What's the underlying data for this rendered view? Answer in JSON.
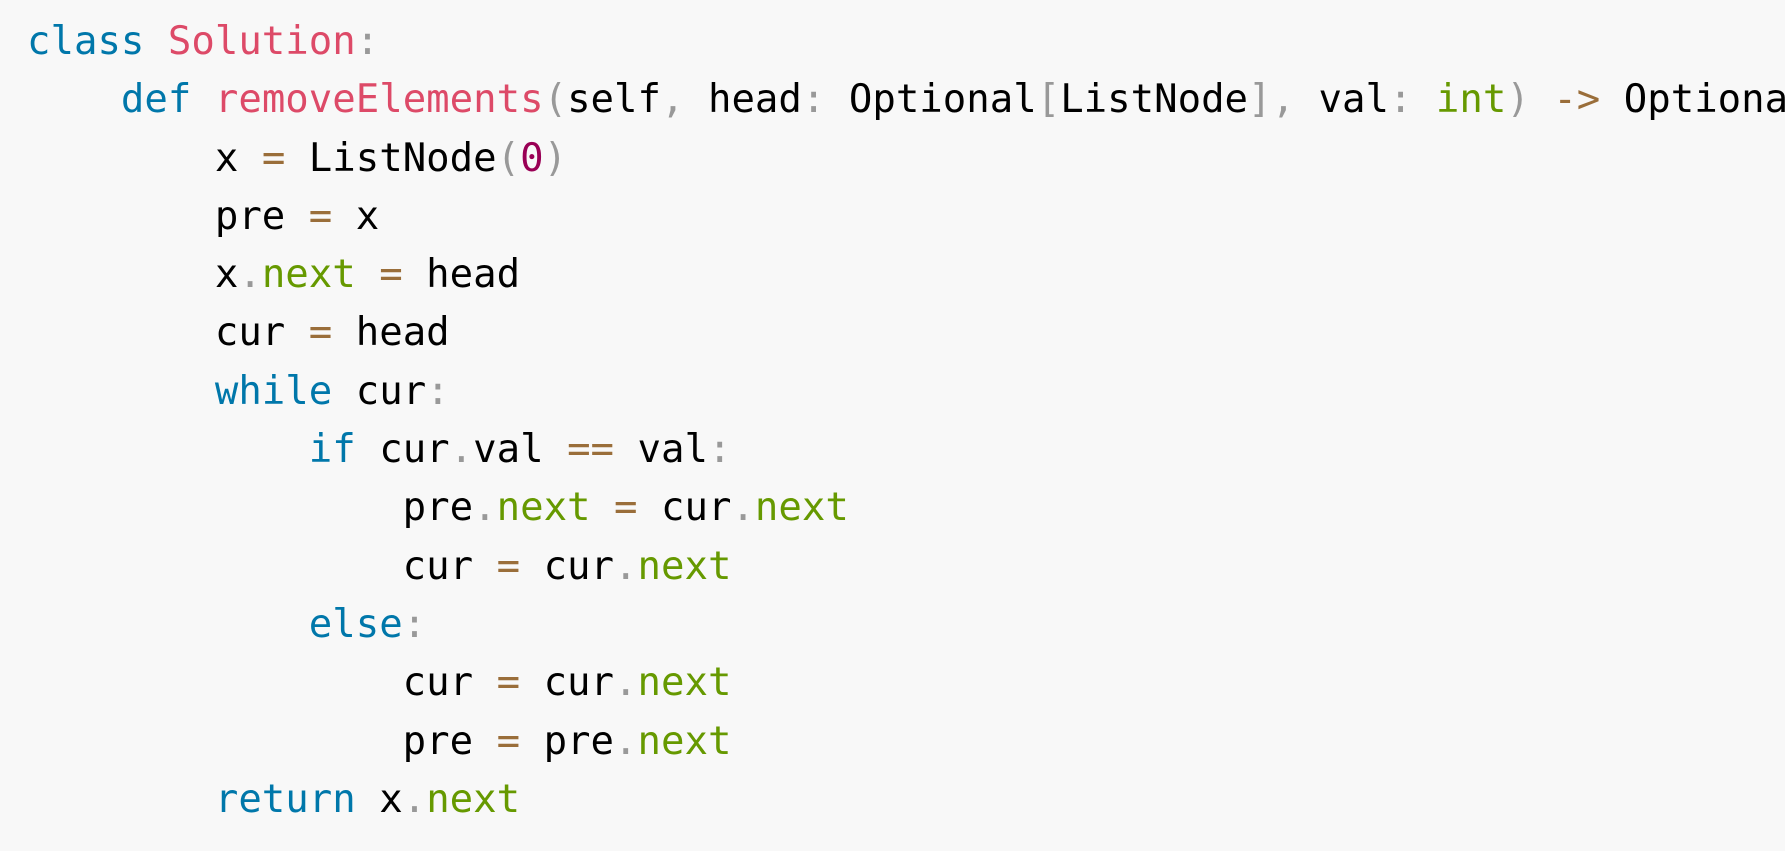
{
  "language": "python",
  "colors": {
    "background": "#f8f8f8",
    "keyword": "#0077aa",
    "class_and_function_name": "#dd4a68",
    "punctuation": "#999999",
    "operator": "#9a6e3a",
    "number": "#990055",
    "attribute": "#669900",
    "plain": "#000000"
  },
  "code_lines": [
    [
      {
        "t": "class",
        "k": "keyword"
      },
      {
        "t": " ",
        "k": "plain"
      },
      {
        "t": "Solution",
        "k": "name"
      },
      {
        "t": ":",
        "k": "punct"
      }
    ],
    [
      {
        "t": "    ",
        "k": "plain"
      },
      {
        "t": "def",
        "k": "keyword"
      },
      {
        "t": " ",
        "k": "plain"
      },
      {
        "t": "removeElements",
        "k": "name"
      },
      {
        "t": "(",
        "k": "punct"
      },
      {
        "t": "self",
        "k": "plain"
      },
      {
        "t": ",",
        "k": "punct"
      },
      {
        "t": " head",
        "k": "plain"
      },
      {
        "t": ":",
        "k": "punct"
      },
      {
        "t": " Optional",
        "k": "plain"
      },
      {
        "t": "[",
        "k": "punct"
      },
      {
        "t": "ListNode",
        "k": "plain"
      },
      {
        "t": "]",
        "k": "punct"
      },
      {
        "t": ",",
        "k": "punct"
      },
      {
        "t": " val",
        "k": "plain"
      },
      {
        "t": ":",
        "k": "punct"
      },
      {
        "t": " ",
        "k": "plain"
      },
      {
        "t": "int",
        "k": "prop"
      },
      {
        "t": ")",
        "k": "punct"
      },
      {
        "t": " ",
        "k": "plain"
      },
      {
        "t": "->",
        "k": "op"
      },
      {
        "t": " Optiona",
        "k": "plain"
      }
    ],
    [
      {
        "t": "        x ",
        "k": "plain"
      },
      {
        "t": "=",
        "k": "op"
      },
      {
        "t": " ListNode",
        "k": "plain"
      },
      {
        "t": "(",
        "k": "punct"
      },
      {
        "t": "0",
        "k": "num"
      },
      {
        "t": ")",
        "k": "punct"
      }
    ],
    [
      {
        "t": "        pre ",
        "k": "plain"
      },
      {
        "t": "=",
        "k": "op"
      },
      {
        "t": " x",
        "k": "plain"
      }
    ],
    [
      {
        "t": "        x",
        "k": "plain"
      },
      {
        "t": ".",
        "k": "punct"
      },
      {
        "t": "next",
        "k": "prop"
      },
      {
        "t": " ",
        "k": "plain"
      },
      {
        "t": "=",
        "k": "op"
      },
      {
        "t": " head",
        "k": "plain"
      }
    ],
    [
      {
        "t": "        cur ",
        "k": "plain"
      },
      {
        "t": "=",
        "k": "op"
      },
      {
        "t": " head",
        "k": "plain"
      }
    ],
    [
      {
        "t": "        ",
        "k": "plain"
      },
      {
        "t": "while",
        "k": "keyword"
      },
      {
        "t": " cur",
        "k": "plain"
      },
      {
        "t": ":",
        "k": "punct"
      }
    ],
    [
      {
        "t": "            ",
        "k": "plain"
      },
      {
        "t": "if",
        "k": "keyword"
      },
      {
        "t": " cur",
        "k": "plain"
      },
      {
        "t": ".",
        "k": "punct"
      },
      {
        "t": "val ",
        "k": "plain"
      },
      {
        "t": "==",
        "k": "op"
      },
      {
        "t": " val",
        "k": "plain"
      },
      {
        "t": ":",
        "k": "punct"
      }
    ],
    [
      {
        "t": "                pre",
        "k": "plain"
      },
      {
        "t": ".",
        "k": "punct"
      },
      {
        "t": "next",
        "k": "prop"
      },
      {
        "t": " ",
        "k": "plain"
      },
      {
        "t": "=",
        "k": "op"
      },
      {
        "t": " cur",
        "k": "plain"
      },
      {
        "t": ".",
        "k": "punct"
      },
      {
        "t": "next",
        "k": "prop"
      }
    ],
    [
      {
        "t": "                cur ",
        "k": "plain"
      },
      {
        "t": "=",
        "k": "op"
      },
      {
        "t": " cur",
        "k": "plain"
      },
      {
        "t": ".",
        "k": "punct"
      },
      {
        "t": "next",
        "k": "prop"
      }
    ],
    [
      {
        "t": "            ",
        "k": "plain"
      },
      {
        "t": "else",
        "k": "keyword"
      },
      {
        "t": ":",
        "k": "punct"
      }
    ],
    [
      {
        "t": "                cur ",
        "k": "plain"
      },
      {
        "t": "=",
        "k": "op"
      },
      {
        "t": " cur",
        "k": "plain"
      },
      {
        "t": ".",
        "k": "punct"
      },
      {
        "t": "next",
        "k": "prop"
      }
    ],
    [
      {
        "t": "                pre ",
        "k": "plain"
      },
      {
        "t": "=",
        "k": "op"
      },
      {
        "t": " pre",
        "k": "plain"
      },
      {
        "t": ".",
        "k": "punct"
      },
      {
        "t": "next",
        "k": "prop"
      }
    ],
    [
      {
        "t": "        ",
        "k": "plain"
      },
      {
        "t": "return",
        "k": "keyword"
      },
      {
        "t": " x",
        "k": "plain"
      },
      {
        "t": ".",
        "k": "punct"
      },
      {
        "t": "next",
        "k": "prop"
      }
    ]
  ]
}
